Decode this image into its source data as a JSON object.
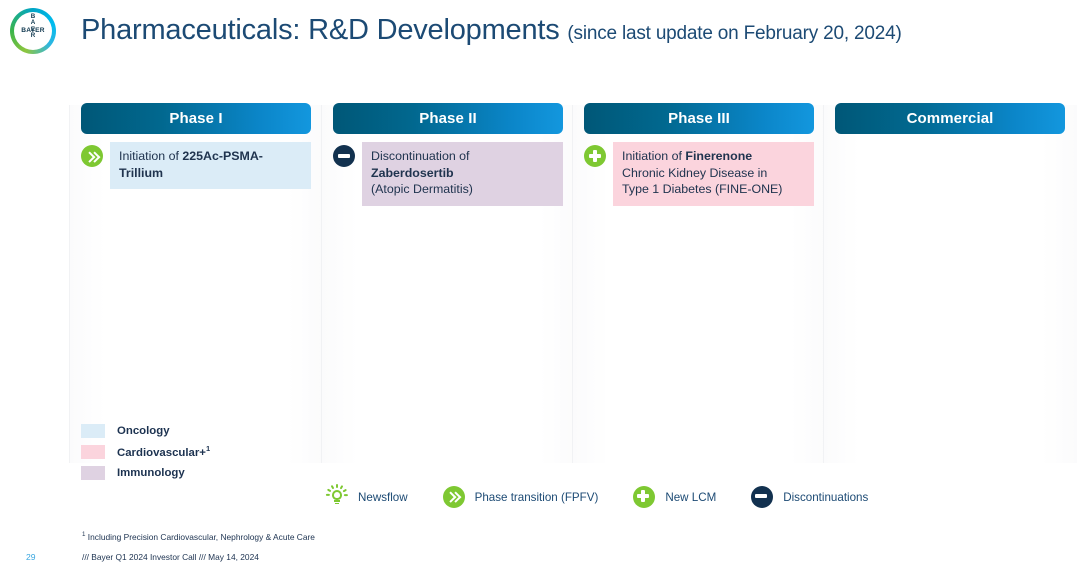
{
  "header": {
    "logo_name": "Bayer",
    "logo_letters_vertical": [
      "B",
      "A",
      "E",
      "R"
    ],
    "logo_letters_horizontal": "BAYER",
    "title": "Pharmaceuticals: R&D Developments",
    "subtitle": "(since last update on February 20, 2024)"
  },
  "columns": [
    {
      "id": "phase-i",
      "header": "Phase I",
      "cards": [
        {
          "icon": "phase-transition-icon",
          "icon_type": "chevrons",
          "category": "oncology",
          "bg": "#dbecf7",
          "text_prefix": "Initiation of ",
          "text_bold": "225Ac-PSMA-Trillium",
          "text_suffix": "",
          "lines": []
        }
      ]
    },
    {
      "id": "phase-ii",
      "header": "Phase II",
      "cards": [
        {
          "icon": "discontinuation-icon",
          "icon_type": "minus",
          "category": "immunology",
          "bg": "#dfd2e2",
          "text_prefix": "Discontinuation of",
          "text_bold": "Zaberdosertib",
          "text_suffix": "(Atopic Dermatitis)",
          "lines": [
            "Discontinuation of",
            "Zaberdosertib",
            "(Atopic Dermatitis)"
          ]
        }
      ]
    },
    {
      "id": "phase-iii",
      "header": "Phase III",
      "cards": [
        {
          "icon": "new-lcm-icon",
          "icon_type": "plus",
          "category": "cardiovascular",
          "bg": "#fbd4dd",
          "text_prefix": "Initiation of ",
          "text_bold": "Finerenone",
          "text_suffix": "Chronic Kidney Disease in Type 1 Diabetes (FINE-ONE)",
          "lines": [
            "Initiation of Finerenone",
            "Chronic Kidney Disease in",
            "Type 1 Diabetes (FINE-ONE)"
          ]
        }
      ]
    },
    {
      "id": "commercial",
      "header": "Commercial",
      "cards": []
    }
  ],
  "category_legend": [
    {
      "label": "Oncology",
      "color": "#dbecf7",
      "superscript": ""
    },
    {
      "label": "Cardiovascular+",
      "color": "#fbd4dd",
      "superscript": "1"
    },
    {
      "label": "Immunology",
      "color": "#dfd2e2",
      "superscript": ""
    }
  ],
  "symbol_legend": [
    {
      "icon": "newsflow-bulb-icon",
      "label": "Newsflow"
    },
    {
      "icon": "phase-transition-icon",
      "label": "Phase transition (FPFV)"
    },
    {
      "icon": "new-lcm-icon",
      "label": "New LCM"
    },
    {
      "icon": "discontinuation-icon",
      "label": "Discontinuations"
    }
  ],
  "footer": {
    "footnote_marker": "1",
    "footnote_text": " Including Precision Cardiovascular, Nephrology & Acute Care",
    "footer_text": "/// Bayer Q1 2024 Investor Call /// May 14, 2024",
    "page_number": "29"
  },
  "colors": {
    "header_gradient_start": "#005777",
    "header_gradient_end": "#1397de",
    "title_blue": "#1c4a74",
    "accent_green": "#7ec832",
    "accent_navy": "#12314f",
    "page_number_blue": "#3aa7e0"
  }
}
